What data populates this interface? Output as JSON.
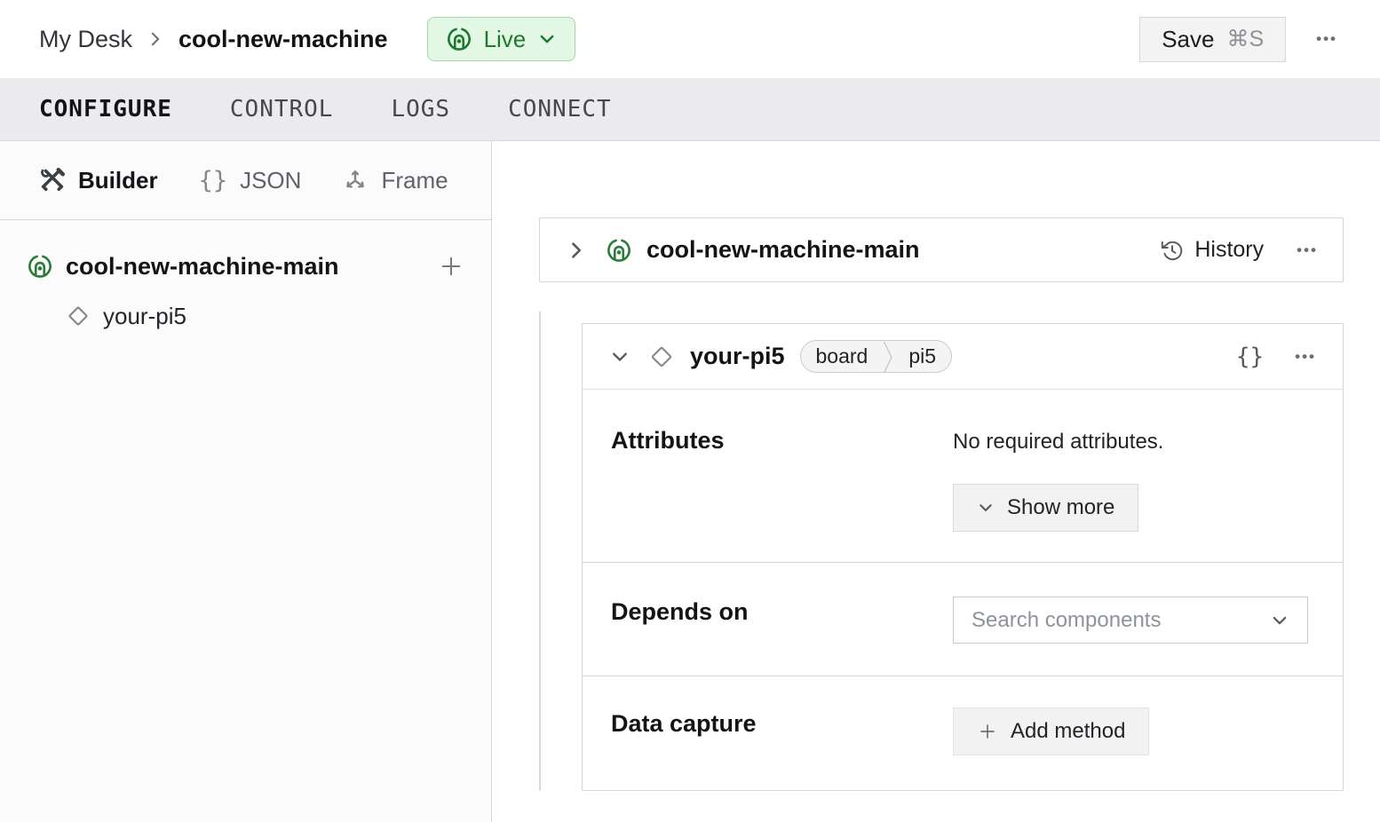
{
  "colors": {
    "accent_green": "#2c7c39",
    "live_bg": "#e3f7e5",
    "live_border": "#9fd8a6",
    "live_text": "#1d7a2e",
    "tabbar_bg": "#ebebed",
    "card_border": "#d5d5d7",
    "sidebar_bg": "#fbfbfc"
  },
  "header": {
    "breadcrumb": {
      "parent": "My Desk",
      "current": "cool-new-machine"
    },
    "live_label": "Live",
    "save_label": "Save",
    "save_shortcut": "⌘S",
    "more_label": "•••"
  },
  "nav_tabs": [
    {
      "label": "CONFIGURE",
      "active": true
    },
    {
      "label": "CONTROL",
      "active": false
    },
    {
      "label": "LOGS",
      "active": false
    },
    {
      "label": "CONNECT",
      "active": false
    }
  ],
  "sidebar": {
    "mode_tabs": [
      {
        "label": "Builder",
        "icon": "tools-icon",
        "active": true
      },
      {
        "label": "JSON",
        "icon": "braces-icon",
        "active": false
      },
      {
        "label": "Frame",
        "icon": "frame-axes-icon",
        "active": false
      }
    ],
    "braces_glyph": "{}",
    "tree": {
      "machine_label": "cool-new-machine-main",
      "component_label": "your-pi5"
    }
  },
  "main": {
    "machine_card": {
      "title": "cool-new-machine-main",
      "history_label": "History",
      "more_label": "•••"
    },
    "component_card": {
      "title": "your-pi5",
      "tags": [
        "board",
        "pi5"
      ],
      "braces_glyph": "{}",
      "more_label": "•••",
      "attributes": {
        "heading": "Attributes",
        "empty_text": "No required attributes.",
        "show_more_label": "Show more"
      },
      "depends_on": {
        "heading": "Depends on",
        "search_placeholder": "Search components"
      },
      "data_capture": {
        "heading": "Data capture",
        "add_method_label": "Add method"
      }
    }
  }
}
